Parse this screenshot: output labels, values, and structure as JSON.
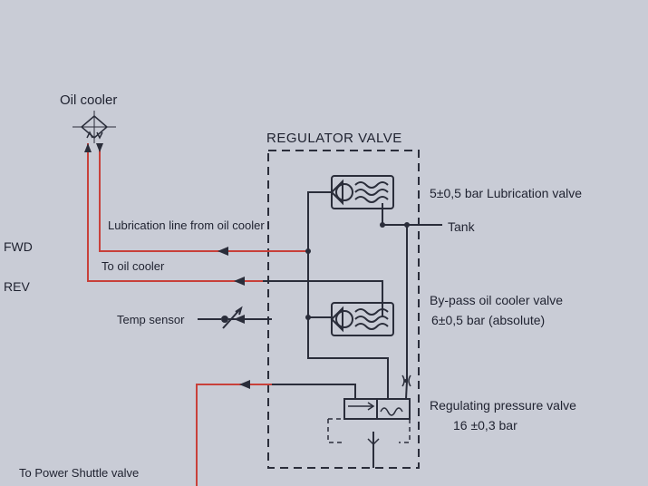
{
  "labels": {
    "oil_cooler": "Oil cooler",
    "regulator_valve": "REGULATOR VALVE",
    "lubrication_valve": "5±0,5 bar Lubrication valve",
    "tank": "Tank",
    "lub_line": "Lubrication line from oil cooler",
    "fwd": "FWD",
    "to_oil_cooler": "To oil cooler",
    "rev": "REV",
    "bypass_valve_line1": "By-pass oil cooler valve",
    "bypass_valve_line2": "6±0,5 bar (absolute)",
    "temp_sensor": "Temp sensor",
    "regulating_valve_line1": "Regulating pressure valve",
    "regulating_valve_line2": "16 ±0,3 bar",
    "power_shuttle": "To Power Shuttle valve"
  },
  "colors": {
    "background": "#c9ccd6",
    "line": "#2a2d3a",
    "red_line": "#c8403a"
  }
}
